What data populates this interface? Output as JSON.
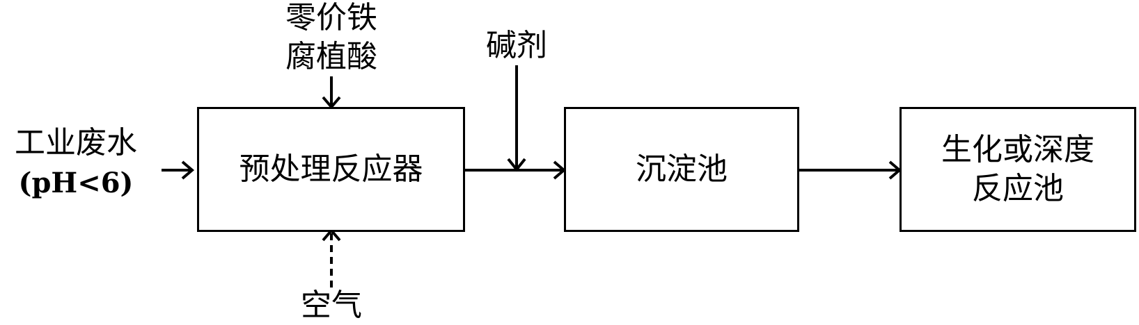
{
  "input": {
    "line1": "工业废水",
    "line2": "(pH<6)"
  },
  "additives": {
    "top_line1": "零价铁",
    "top_line2": "腐植酸",
    "bottom": "空气",
    "alkali": "碱剂"
  },
  "boxes": {
    "pretreatment": "预处理反应器",
    "sedimentation": "沉淀池",
    "bio_line1": "生化或深度",
    "bio_line2": "反应池"
  }
}
